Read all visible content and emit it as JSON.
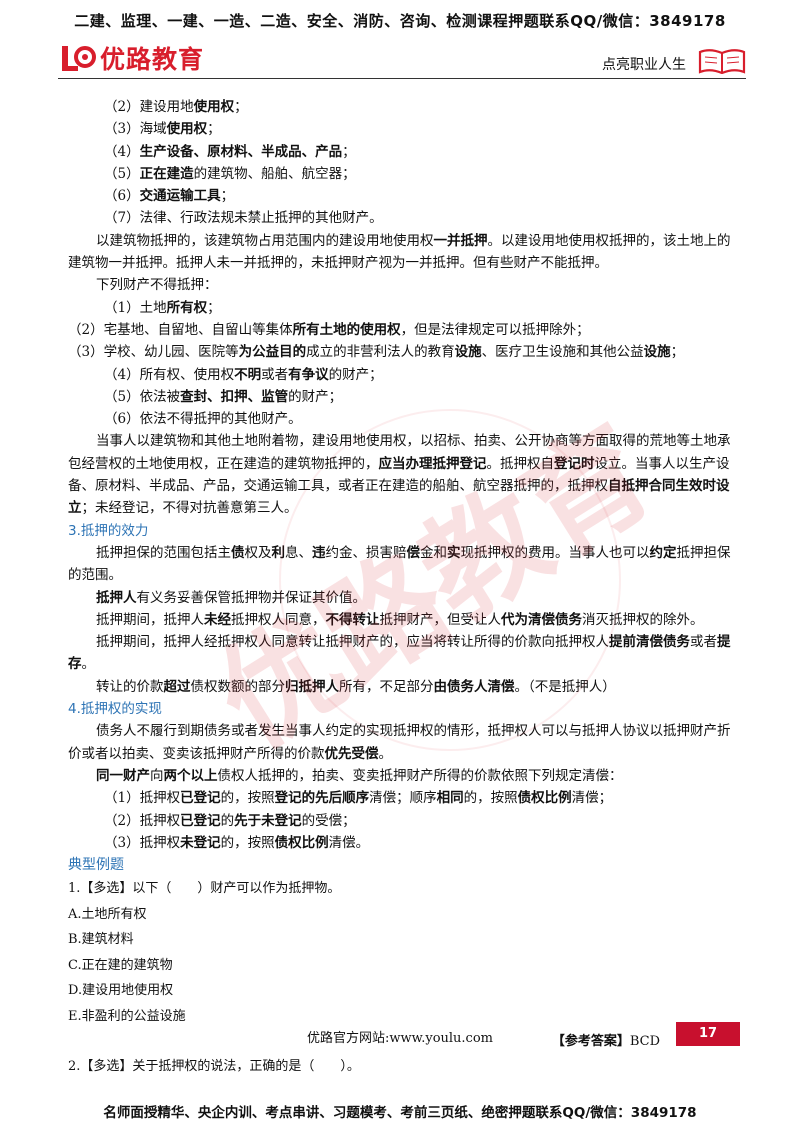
{
  "banner_top": "二建、监理、一建、一造、二造、安全、消防、咨询、检测课程押题联系QQ/微信：3849178",
  "header": {
    "logo_text": "优路教育",
    "slogan": "点亮职业人生"
  },
  "watermark_text": "优路教育",
  "lines": [
    {
      "cls": "ind1",
      "segs": [
        [
          "（2）建设用地",
          0
        ],
        [
          "使用权",
          1
        ],
        [
          "；",
          0
        ]
      ]
    },
    {
      "cls": "ind1",
      "segs": [
        [
          "（3）海域",
          0
        ],
        [
          "使用权",
          1
        ],
        [
          "；",
          0
        ]
      ]
    },
    {
      "cls": "ind1",
      "segs": [
        [
          "（4）",
          0
        ],
        [
          "生产设备、原材料、半成品、产品",
          1
        ],
        [
          "；",
          0
        ]
      ]
    },
    {
      "cls": "ind1",
      "segs": [
        [
          "（5）",
          0
        ],
        [
          "正在建造",
          1
        ],
        [
          "的建筑物、船舶、航空器；",
          0
        ]
      ]
    },
    {
      "cls": "ind1",
      "segs": [
        [
          "（6）",
          0
        ],
        [
          "交通运输工具",
          1
        ],
        [
          "；",
          0
        ]
      ]
    },
    {
      "cls": "ind1",
      "segs": [
        [
          "（7）法律、行政法规未禁止抵押的其他财产。",
          0
        ]
      ]
    },
    {
      "cls": "ind2",
      "segs": [
        [
          "以建筑物抵押的，该建筑物占用范围内的建设用地使用权",
          0
        ],
        [
          "一并抵押",
          1
        ],
        [
          "。以建设用地使用权抵押的，该土地上的建筑物一并抵押。抵押人未一并抵押的，未抵押财产视为一并抵押。但有些财产不能抵押。",
          0
        ]
      ]
    },
    {
      "cls": "ind2",
      "segs": [
        [
          "下列财产不得抵押：",
          0
        ]
      ]
    },
    {
      "cls": "ind1",
      "segs": [
        [
          "（1）土地",
          0
        ],
        [
          "所有权",
          1
        ],
        [
          "；",
          0
        ]
      ]
    },
    {
      "cls": "neg",
      "segs": [
        [
          "（2）宅基地、自留地、自留山等集体",
          0
        ],
        [
          "所有土地的使用权",
          1
        ],
        [
          "，但是法律规定可以抵押除外；",
          0
        ]
      ]
    },
    {
      "cls": "neg",
      "segs": [
        [
          "（3）学校、幼儿园、医院等",
          0
        ],
        [
          "为公益目的",
          1
        ],
        [
          "成立的非营利法人的教育",
          0
        ],
        [
          "设施",
          1
        ],
        [
          "、医疗卫生设施和其他公益",
          0
        ],
        [
          "设施",
          1
        ],
        [
          "；",
          0
        ]
      ]
    },
    {
      "cls": "ind1",
      "segs": [
        [
          "（4）所有权、使用权",
          0
        ],
        [
          "不明",
          1
        ],
        [
          "或者",
          0
        ],
        [
          "有争议",
          1
        ],
        [
          "的财产；",
          0
        ]
      ]
    },
    {
      "cls": "ind1",
      "segs": [
        [
          "（5）依法被",
          0
        ],
        [
          "查封、扣押、监管",
          1
        ],
        [
          "的财产；",
          0
        ]
      ]
    },
    {
      "cls": "ind1",
      "segs": [
        [
          "（6）依法不得抵押的其他财产。",
          0
        ]
      ]
    },
    {
      "cls": "ind2",
      "segs": [
        [
          "当事人以建筑物和其他土地附着物，建设用地使用权，以招标、拍卖、公开协商等方面取得的荒地等土地承包经营权的土地使用权，正在建造的建筑物抵押的，",
          0
        ],
        [
          "应当办理抵押登记",
          1
        ],
        [
          "。抵押权自",
          0
        ],
        [
          "登记时",
          1
        ],
        [
          "设立。当事人以生产设备、原材料、半成品、产品，交通运输工具，或者正在建造的船舶、航空器抵押的，抵押权",
          0
        ],
        [
          "自抵押合同生效时设立",
          1
        ],
        [
          "；未经登记，不得对抗善意第三人。",
          0
        ]
      ]
    },
    {
      "cls": "ind0 sec-title",
      "segs": [
        [
          "3.抵押的效力",
          0
        ]
      ]
    },
    {
      "cls": "ind2",
      "segs": [
        [
          "抵押担保的范围包括主",
          0
        ],
        [
          "债",
          1
        ],
        [
          "权及",
          0
        ],
        [
          "利",
          1
        ],
        [
          "息、",
          0
        ],
        [
          "违",
          1
        ],
        [
          "约金、损害赔",
          0
        ],
        [
          "偿",
          1
        ],
        [
          "金和",
          0
        ],
        [
          "实",
          1
        ],
        [
          "现抵押权的费用。当事人也可以",
          0
        ],
        [
          "约定",
          1
        ],
        [
          "抵押担保的范围。",
          0
        ]
      ]
    },
    {
      "cls": "ind2",
      "segs": [
        [
          "抵押人",
          1
        ],
        [
          "有义务妥善保管抵押物并保证其价值。",
          0
        ]
      ]
    },
    {
      "cls": "ind2",
      "segs": [
        [
          "抵押期间，抵押人",
          0
        ],
        [
          "未经",
          1
        ],
        [
          "抵押权人同意，",
          0
        ],
        [
          "不得转让",
          1
        ],
        [
          "抵押财产，但受让人",
          0
        ],
        [
          "代为清偿债务",
          1
        ],
        [
          "消灭抵押权的除外。",
          0
        ]
      ]
    },
    {
      "cls": "ind2",
      "segs": [
        [
          "抵押期间，抵押人经抵押权人同意转让抵押财产的，应当将转让所得的价款向抵押权人",
          0
        ],
        [
          "提前清偿债务",
          1
        ],
        [
          "或者",
          0
        ],
        [
          "提存",
          1
        ],
        [
          "。",
          0
        ]
      ]
    },
    {
      "cls": "ind2",
      "segs": [
        [
          "转让的价款",
          0
        ],
        [
          "超过",
          1
        ],
        [
          "债权数额的部分",
          0
        ],
        [
          "归抵押人",
          1
        ],
        [
          "所有，不足部分",
          0
        ],
        [
          "由债务人清偿",
          1
        ],
        [
          "。（不是抵押人）",
          0
        ]
      ]
    },
    {
      "cls": "ind0 sec-title",
      "segs": [
        [
          "4.抵押权的实现",
          0
        ]
      ]
    },
    {
      "cls": "ind2",
      "segs": [
        [
          "债务人不履行到期债务或者发生当事人约定的实现抵押权的情形，抵押权人可以与抵押人协议以抵押财产折价或者以拍卖、变卖该抵押财产所得的价款",
          0
        ],
        [
          "优先受偿",
          1
        ],
        [
          "。",
          0
        ]
      ]
    },
    {
      "cls": "ind2",
      "segs": [
        [
          "同一财产",
          1
        ],
        [
          "向",
          0
        ],
        [
          "两个以上",
          1
        ],
        [
          "债权人抵押的，拍卖、变卖抵押财产所得的价款依照下列规定清偿：",
          0
        ]
      ]
    },
    {
      "cls": "ind1",
      "segs": [
        [
          "（1）抵押权",
          0
        ],
        [
          "已登记",
          1
        ],
        [
          "的，按照",
          0
        ],
        [
          "登记的先后顺序",
          1
        ],
        [
          "清偿；顺序",
          0
        ],
        [
          "相同",
          1
        ],
        [
          "的，按照",
          0
        ],
        [
          "债权比例",
          1
        ],
        [
          "清偿；",
          0
        ]
      ]
    },
    {
      "cls": "ind1",
      "segs": [
        [
          "（2）抵押权",
          0
        ],
        [
          "已登记",
          1
        ],
        [
          "的",
          0
        ],
        [
          "先于未登记",
          1
        ],
        [
          "的受偿；",
          0
        ]
      ]
    },
    {
      "cls": "ind1",
      "segs": [
        [
          "（3）抵押权",
          0
        ],
        [
          "未登记",
          1
        ],
        [
          "的，按照",
          0
        ],
        [
          "债权比例",
          1
        ],
        [
          "清偿。",
          0
        ]
      ]
    }
  ],
  "typical_title": "典型例题",
  "q1": {
    "stem": "1.【多选】以下（　　）财产可以作为抵押物。",
    "options": [
      "A.土地所有权",
      "B.建筑材料",
      "C.正在建的建筑物",
      "D.建设用地使用权",
      "E.非盈利的公益设施"
    ],
    "answer_label": "【参考答案】",
    "answer": "BCD"
  },
  "q2": {
    "stem": "2.【多选】关于抵押权的说法，正确的是（　　）。"
  },
  "footer": {
    "site": "优路官方网站:www.youlu.com",
    "page": "17"
  },
  "banner_bottom": "名师面授精华、央企内训、考点串讲、习题模考、考前三页纸、绝密押题联系QQ/微信：3849178",
  "colors": {
    "brand_red": "#d81e2c",
    "heading_blue": "#2e74b5",
    "page_badge": "#c8102e"
  }
}
